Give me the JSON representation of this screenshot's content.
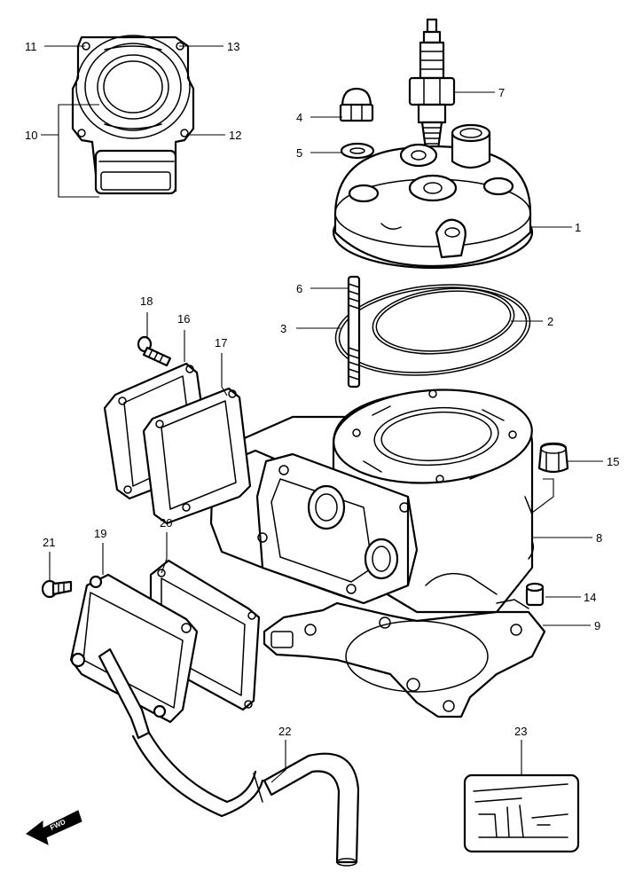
{
  "callouts": [
    {
      "id": "c1",
      "label": "1"
    },
    {
      "id": "c2",
      "label": "2"
    },
    {
      "id": "c3",
      "label": "3"
    },
    {
      "id": "c4",
      "label": "4"
    },
    {
      "id": "c5",
      "label": "5"
    },
    {
      "id": "c6",
      "label": "6"
    },
    {
      "id": "c7",
      "label": "7"
    },
    {
      "id": "c8",
      "label": "8"
    },
    {
      "id": "c9",
      "label": "9"
    },
    {
      "id": "c10",
      "label": "10"
    },
    {
      "id": "c11",
      "label": "11"
    },
    {
      "id": "c12",
      "label": "12"
    },
    {
      "id": "c13",
      "label": "13"
    },
    {
      "id": "c14",
      "label": "14"
    },
    {
      "id": "c15",
      "label": "15"
    },
    {
      "id": "c16",
      "label": "16"
    },
    {
      "id": "c17",
      "label": "17"
    },
    {
      "id": "c18",
      "label": "18"
    },
    {
      "id": "c19",
      "label": "19"
    },
    {
      "id": "c20",
      "label": "20"
    },
    {
      "id": "c21",
      "label": "21"
    },
    {
      "id": "c22",
      "label": "22"
    },
    {
      "id": "c23",
      "label": "23"
    }
  ],
  "fwd_label": "FWD"
}
